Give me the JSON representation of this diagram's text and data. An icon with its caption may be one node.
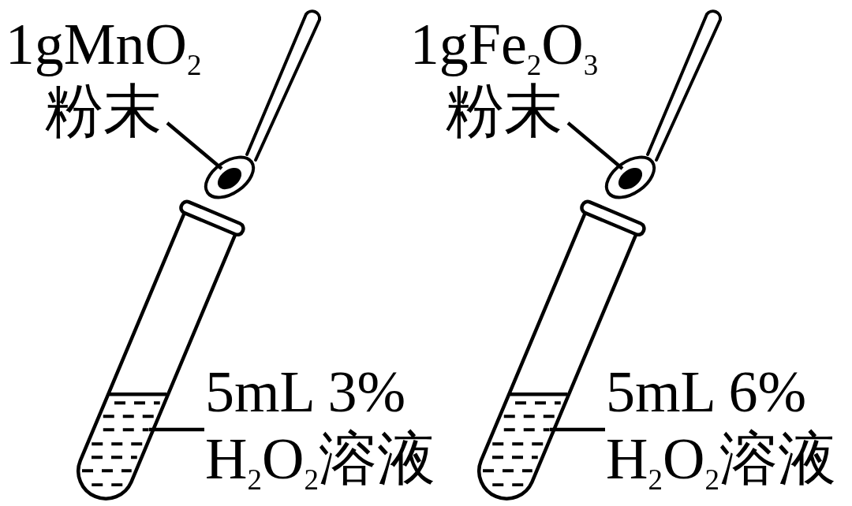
{
  "diagram": {
    "nodes": [
      {
        "text": [
          "1gMnO$_{2}$ 粉末"
        ]
      },
      {
        "text": [],
        "shape": "circle"
      },
      {
        "text": [
          "5mL 3% H$_{2}$O$_{2}$溶液"
        ]
      },
      {
        "text": [],
        "shape": "picture"
      },
      {
        "text": [
          "1gFe$_{2}$O$_{3}$ 粉末"
        ]
      },
      {
        "text": [],
        "shape": "circle"
      },
      {
        "text": [
          "5mL 6% H$_{2}$O$_{2}$溶液"
        ]
      },
      {
        "text": [],
        "shape": "picture"
      }
    ],
    "edges": [
      {
        "from": 0,
        "to": 1,
        "arrow": "none"
      },
      {
        "from": 2,
        "to": 3,
        "arrow": "none"
      },
      {
        "from": 4,
        "to": 5,
        "arrow": "none"
      },
      {
        "from": 6,
        "to": 7,
        "arrow": "none"
      }
    ]
  }
}
